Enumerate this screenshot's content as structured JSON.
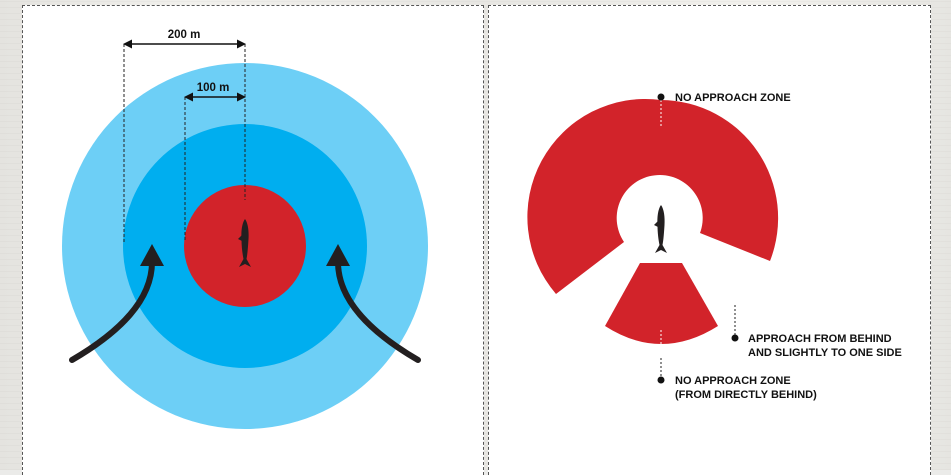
{
  "left_panel": {
    "dim_outer_label": "200 m",
    "dim_inner_label": "100 m",
    "colors": {
      "outer_zone": "#6dcff6",
      "middle_zone": "#00aeef",
      "inner_zone": "#d2232a",
      "arrow": "#231f20"
    }
  },
  "right_panel": {
    "top_label": "NO APPROACH ZONE",
    "side_label_line1": "APPROACH FROM BEHIND",
    "side_label_line2": "AND SLIGHTLY TO ONE SIDE",
    "bottom_label_line1": "NO APPROACH ZONE",
    "bottom_label_line2": "(FROM DIRECTLY BEHIND)",
    "colors": {
      "no_approach_zone": "#d2232a",
      "whale": "#231f20"
    }
  },
  "icons": [
    "whale-icon",
    "arrow-icon"
  ]
}
